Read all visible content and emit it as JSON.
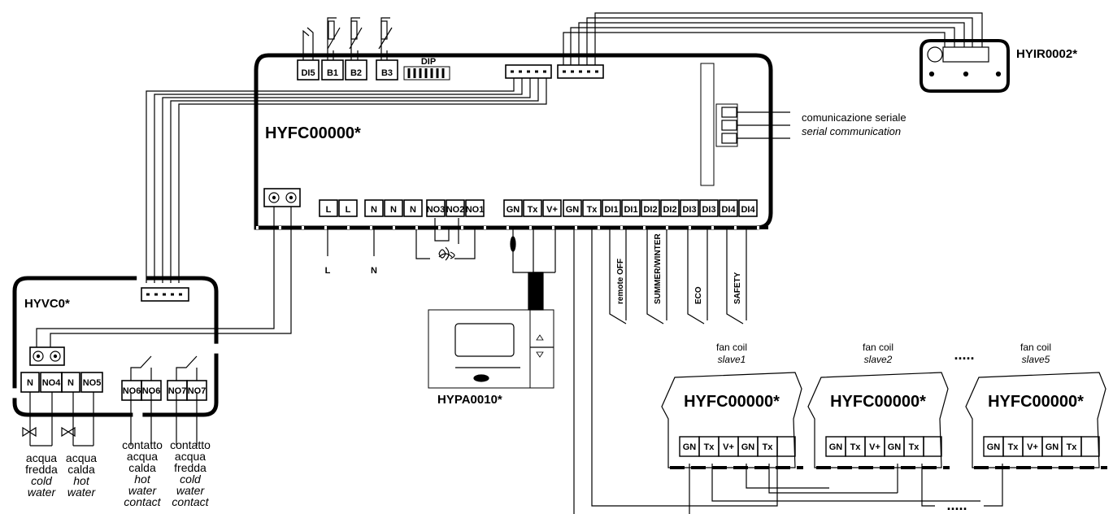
{
  "main_controller": {
    "name": "HYFC00000*"
  },
  "top_inputs": [
    "DI5",
    "B1",
    "B2",
    "B3"
  ],
  "dip": "DIP",
  "ir_receiver": {
    "name": "HYIR0002*"
  },
  "serial": {
    "it": "comunicazione seriale",
    "en": "serial communication"
  },
  "terminals": [
    "L",
    "L",
    "N",
    "N",
    "N",
    "NO3",
    "NO2",
    "NO1",
    "GN",
    "Tx",
    "V+",
    "GN",
    "Tx",
    "DI1",
    "DI1",
    "DI2",
    "DI2",
    "DI3",
    "DI3",
    "DI4",
    "DI4"
  ],
  "supply": {
    "l": "L",
    "n": "N"
  },
  "di_functions": [
    "remote OFF",
    "SUMMER/WINTER",
    "ECO",
    "SAFETY"
  ],
  "valve_board": {
    "name": "HYVC0*",
    "terminals": [
      "N",
      "NO4",
      "N",
      "NO5"
    ],
    "contacts": [
      "NO6",
      "NO6",
      "NO7",
      "NO7"
    ]
  },
  "outputs": [
    {
      "it": [
        "acqua",
        "fredda"
      ],
      "en": [
        "cold",
        "water"
      ]
    },
    {
      "it": [
        "acqua",
        "calda"
      ],
      "en": [
        "hot",
        "water"
      ]
    },
    {
      "it": [
        "contatto",
        "acqua",
        "calda"
      ],
      "en": [
        "hot",
        "water",
        "contact"
      ]
    },
    {
      "it": [
        "contatto",
        "acqua",
        "fredda"
      ],
      "en": [
        "cold",
        "water",
        "contact"
      ]
    }
  ],
  "terminal_panel": {
    "name": "HYPA0010*"
  },
  "slaves": [
    {
      "title": "fan coil",
      "sub": "slave1",
      "name": "HYFC00000*"
    },
    {
      "title": "fan coil",
      "sub": "slave2",
      "name": "HYFC00000*"
    },
    {
      "title": "fan coil",
      "sub": "slave5",
      "name": "HYFC00000*"
    }
  ],
  "slave_terminals": [
    "GN",
    "Tx",
    "V+",
    "GN",
    "Tx"
  ],
  "ellipsis": "....."
}
